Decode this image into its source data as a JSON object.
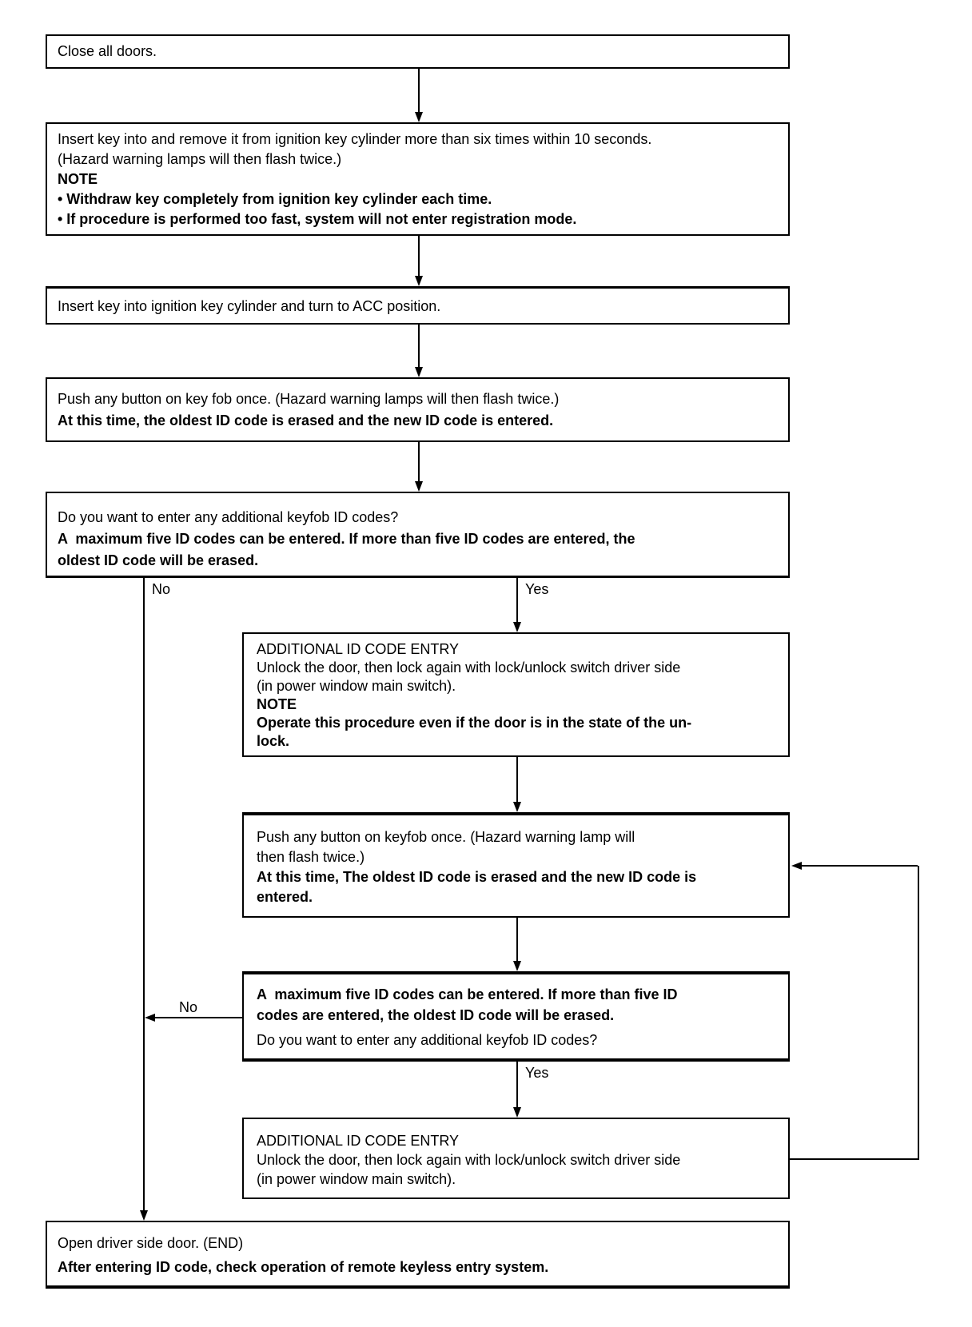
{
  "boxes": {
    "close_doors": {
      "lines": [
        "Close all doors."
      ]
    },
    "insert_remove_key": {
      "lines": [
        "Insert key into and remove it from ignition key cylinder more than six times within 10 seconds.",
        "(Hazard warning lamps will then flash twice.)",
        "NOTE",
        "• Withdraw key completely from ignition key cylinder each time.",
        "• If procedure is performed too fast, system will not enter registration mode."
      ]
    },
    "insert_key_acc": {
      "lines": [
        "Insert key into ignition key cylinder and turn to ACC position."
      ]
    },
    "push_button_keyfob": {
      "lines": [
        "Push any button on key fob once. (Hazard warning lamps will then flash twice.)",
        "At this time, the oldest ID code is erased and the new ID code is entered."
      ]
    },
    "additional_codes_question": {
      "lines": [
        "Do you want to enter any additional keyfob ID codes?",
        "A  maximum five ID codes can be entered. If more than five ID codes are entered, the",
        "oldest ID code will be erased."
      ]
    },
    "additional_entry_1": {
      "lines": [
        "ADDITIONAL ID CODE ENTRY",
        "Unlock the door, then lock again with lock/unlock switch driver side",
        "(in power window main switch).",
        "NOTE",
        "Operate this procedure even if the door is in the state of the un-",
        "lock."
      ]
    },
    "push_button_keyfob_2": {
      "lines": [
        "Push any button on keyfob once. (Hazard warning lamp will",
        "then flash twice.)",
        "At this time, The oldest ID code is erased and the new ID code is",
        "entered."
      ]
    },
    "max_codes_question": {
      "lines": [
        "A  maximum five ID codes can be entered. If more than five ID",
        "codes are entered, the oldest ID code will be erased.",
        "Do you want to enter any additional keyfob ID codes?"
      ]
    },
    "additional_entry_2": {
      "lines": [
        "ADDITIONAL ID CODE ENTRY",
        "Unlock the door, then lock again with lock/unlock switch driver side",
        "(in power window main switch)."
      ]
    },
    "open_door_end": {
      "lines": [
        "Open driver side door. (END)",
        "After entering ID code, check operation of remote keyless entry system."
      ]
    }
  },
  "labels": {
    "no_1": "No",
    "yes_1": "Yes",
    "no_2": "No",
    "yes_2": "Yes"
  },
  "colors": {
    "line": "#000000",
    "background": "#ffffff"
  }
}
